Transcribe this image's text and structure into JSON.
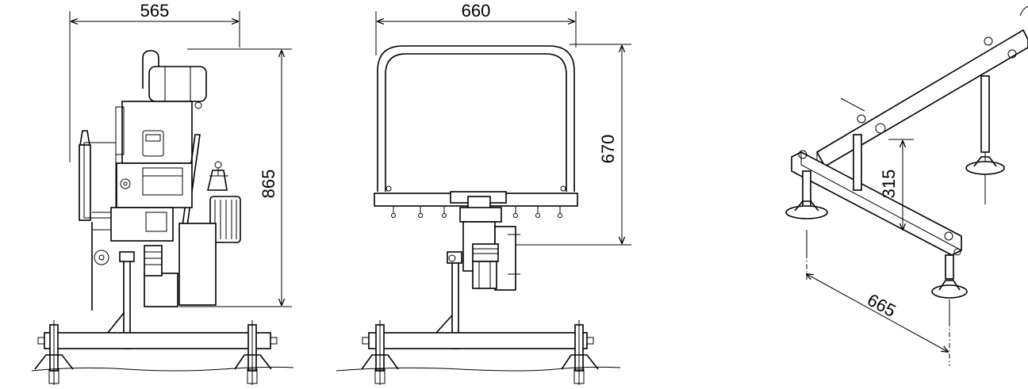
{
  "dimensions": {
    "front_width": "565",
    "front_height": "865",
    "side_width": "660",
    "side_height": "670",
    "iso_height": "315",
    "iso_length": "665"
  },
  "colors": {
    "line": "#000000",
    "background": "#ffffff"
  }
}
